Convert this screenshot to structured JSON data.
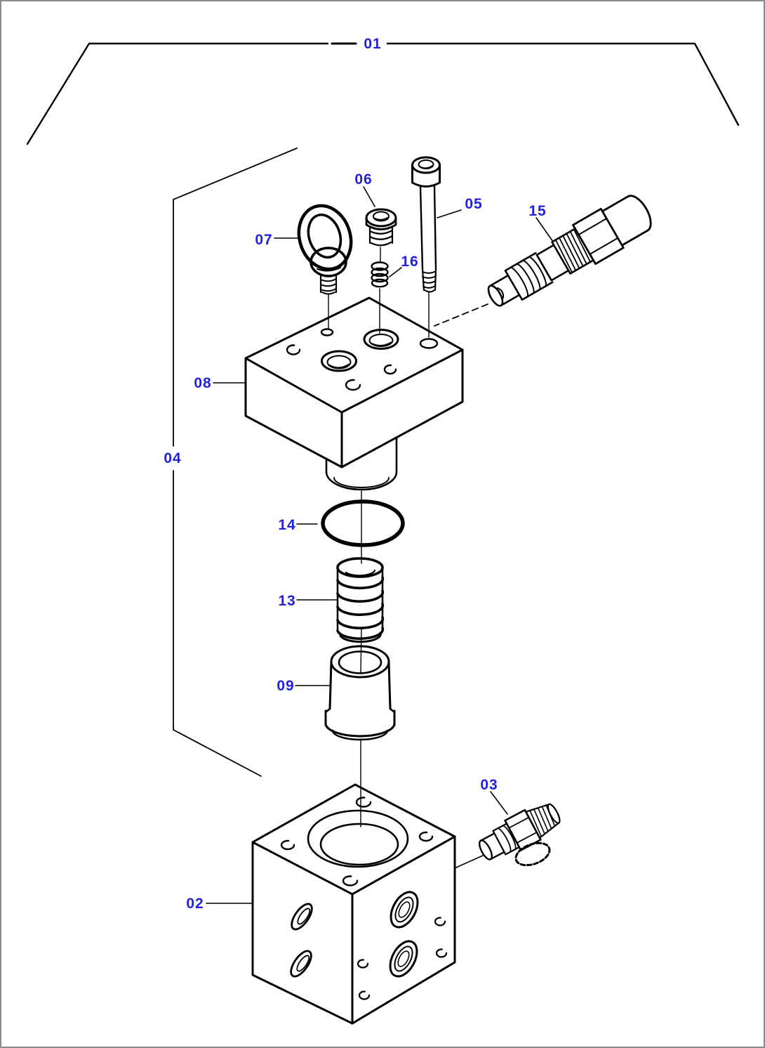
{
  "diagram": {
    "kind": "exploded-parts-diagram",
    "subject": "hydraulic valve assembly exploded view",
    "colors": {
      "line": "#000000",
      "callout_label": "#2222dd",
      "background": "#ffffff",
      "page_border": "#8b8b8b"
    }
  },
  "callouts": {
    "01": {
      "label": "01",
      "part": "assembly-group-frame"
    },
    "02": {
      "label": "02",
      "part": "valve-block"
    },
    "03": {
      "label": "03",
      "part": "plug-fitting"
    },
    "04": {
      "label": "04",
      "part": "sub-assembly-bracket"
    },
    "05": {
      "label": "05",
      "part": "socket-head-bolt"
    },
    "06": {
      "label": "06",
      "part": "plug"
    },
    "07": {
      "label": "07",
      "part": "eye-bolt"
    },
    "08": {
      "label": "08",
      "part": "cover-block"
    },
    "09": {
      "label": "09",
      "part": "sleeve"
    },
    "13": {
      "label": "13",
      "part": "spring"
    },
    "14": {
      "label": "14",
      "part": "o-ring"
    },
    "15": {
      "label": "15",
      "part": "cartridge-valve"
    },
    "16": {
      "label": "16",
      "part": "small-spring"
    }
  }
}
